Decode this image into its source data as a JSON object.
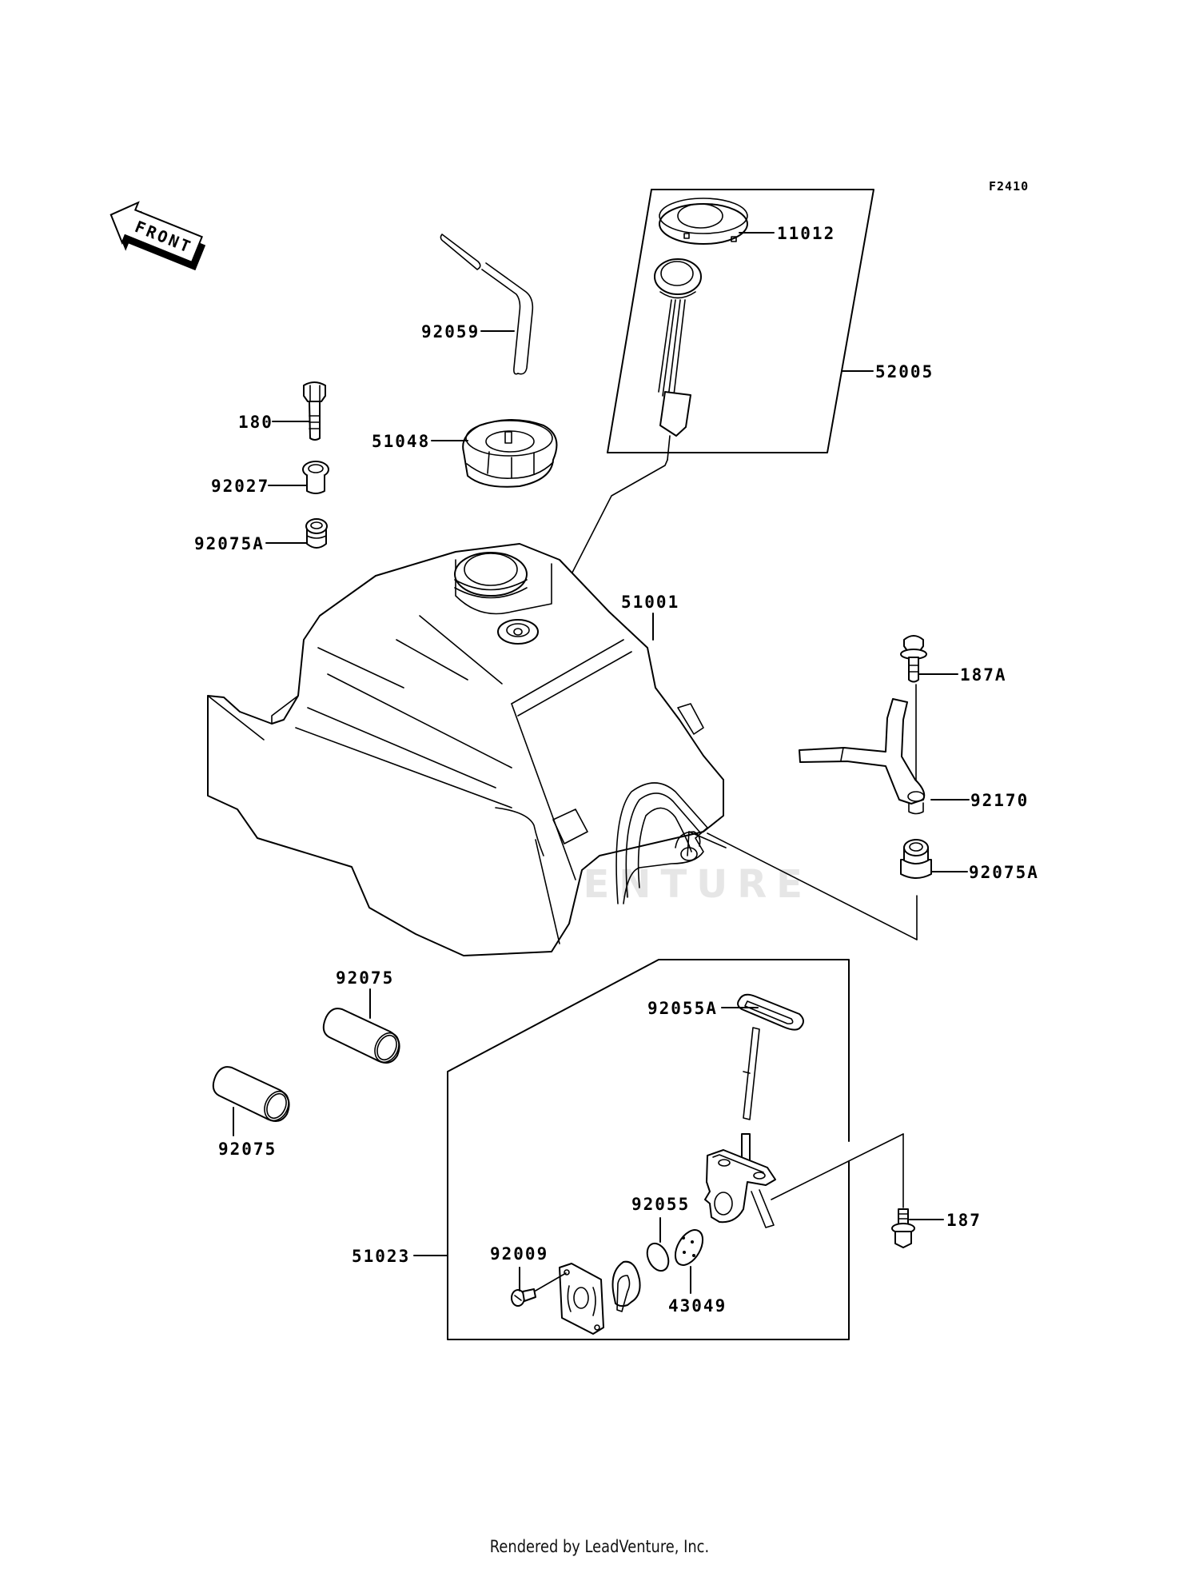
{
  "diagram": {
    "figure_code": "F2410",
    "direction_indicator": "FRONT",
    "watermark": "LEADVENTURE",
    "footer": "Rendered by LeadVenture, Inc."
  },
  "parts": {
    "p11012": "11012",
    "p52005": "52005",
    "p92059": "92059",
    "p180": "180",
    "p51048": "51048",
    "p92027": "92027",
    "p92075A_left": "92075A",
    "p51001": "51001",
    "p187A": "187A",
    "p92170": "92170",
    "p92075A_right": "92075A",
    "p92075_top": "92075",
    "p92075_bottom": "92075",
    "p92055A": "92055A",
    "p92055": "92055",
    "p187": "187",
    "p92009": "92009",
    "p51023": "51023",
    "p43049": "43049"
  }
}
